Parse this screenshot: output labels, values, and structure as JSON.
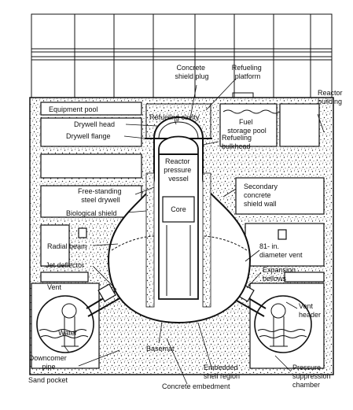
{
  "labels": {
    "concrete_shield_plug": [
      "Concrete",
      "shield plug"
    ],
    "refueling_platform": [
      "Refueling",
      "platform"
    ],
    "reactor_building": [
      "Reactor",
      "building"
    ],
    "equipment_pool": "Equipment pool",
    "refueling_cavity": "Refueling cavity",
    "fuel_storage_pool": [
      "Fuel",
      "storage pool"
    ],
    "drywell_head": "Drywell head",
    "drywell_flange": "Drywell flange",
    "refueling_bulkhead": [
      "Refueling",
      "bulkhead"
    ],
    "reactor_pressure_vessel": [
      "Reactor",
      "pressure",
      "vessel"
    ],
    "free_standing_steel_drywell": [
      "Free-standing",
      "steel drywell"
    ],
    "secondary_concrete_shield_wall": [
      "Secondary",
      "concrete",
      "shield wall"
    ],
    "core": "Core",
    "biological_shield": "Biological shield",
    "radial_beam": "Radial beam",
    "diameter_vent": [
      "81- in.",
      "diameter vent"
    ],
    "jet_deflector": "Jet deflector",
    "expansion_bellows": [
      "Expansion",
      "bellows"
    ],
    "vent_left": "Vent",
    "vent_header": [
      "Vent",
      "header"
    ],
    "water": "Water",
    "downcomer_pipe": [
      "Downcomer",
      "pipe"
    ],
    "basemat": "Basemat",
    "embedded_shell_region": [
      "Embedded",
      "shell region"
    ],
    "pressure_suppression_chamber": [
      "Pressure",
      "suppression",
      "chamber"
    ],
    "sand_pocket": "Sand pocket",
    "concrete_embedment": "Concrete embedment"
  }
}
